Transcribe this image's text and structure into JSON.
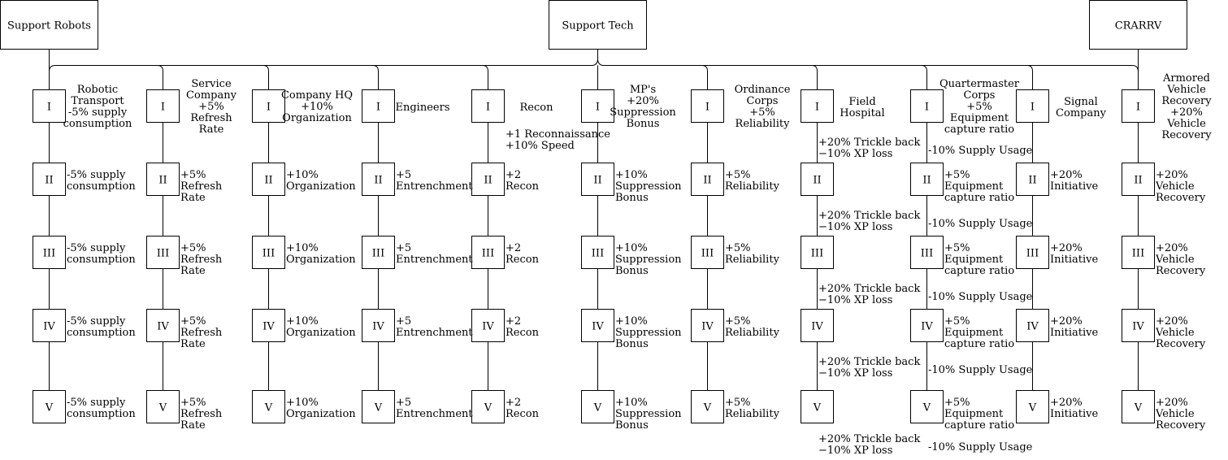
{
  "roots": {
    "support_robots": "Support Robots",
    "support_tech": "Support Tech",
    "crarrv": "CRARRV"
  },
  "levels": [
    "I",
    "II",
    "III",
    "IV",
    "V"
  ],
  "columns": [
    {
      "id": "robotic-transport",
      "title": [
        "Robotic",
        "Transport",
        "-5% supply",
        "consumption"
      ],
      "bonuses": [
        [
          "-5% supply",
          "consumption"
        ],
        [
          "-5% supply",
          "consumption"
        ],
        [
          "-5% supply",
          "consumption"
        ],
        [
          "-5% supply",
          "consumption"
        ]
      ]
    },
    {
      "id": "service-company",
      "title": [
        "Service",
        "Company",
        "+5%",
        "Refresh",
        "Rate"
      ],
      "bonuses": [
        [
          "+5%",
          "Refresh",
          "Rate"
        ],
        [
          "+5%",
          "Refresh",
          "Rate"
        ],
        [
          "+5%",
          "Refresh",
          "Rate"
        ],
        [
          "+5%",
          "Refresh",
          "Rate"
        ]
      ]
    },
    {
      "id": "company-hq",
      "title": [
        "Company HQ",
        "+10%",
        "Organization"
      ],
      "bonuses": [
        [
          "+10%",
          "Organization"
        ],
        [
          "+10%",
          "Organization"
        ],
        [
          "+10%",
          "Organization"
        ],
        [
          "+10%",
          "Organization"
        ]
      ]
    },
    {
      "id": "engineers",
      "title": [
        "Engineers"
      ],
      "bonuses": [
        [
          "+5",
          "Entrenchment"
        ],
        [
          "+5",
          "Entrenchment"
        ],
        [
          "+5",
          "Entrenchment"
        ],
        [
          "+5",
          "Entrenchment"
        ]
      ]
    },
    {
      "id": "recon",
      "title": [
        "Recon"
      ],
      "extra": [
        "+1 Reconnaissance",
        "+10% Speed"
      ],
      "bonuses": [
        [
          "+2",
          "Recon"
        ],
        [
          "+2",
          "Recon"
        ],
        [
          "+2",
          "Recon"
        ],
        [
          "+2",
          "Recon"
        ]
      ]
    },
    {
      "id": "mps",
      "title": [
        "MP's",
        "+20%",
        "Suppression",
        "Bonus"
      ],
      "bonuses": [
        [
          "+10%",
          "Suppression",
          "Bonus"
        ],
        [
          "+10%",
          "Suppression",
          "Bonus"
        ],
        [
          "+10%",
          "Suppression",
          "Bonus"
        ],
        [
          "+10%",
          "Suppression",
          "Bonus"
        ]
      ]
    },
    {
      "id": "ordinance-corps",
      "title": [
        "Ordinance",
        "Corps",
        "+5%",
        "Reliability"
      ],
      "bonuses": [
        [
          "+5%",
          "Reliability"
        ],
        [
          "+5%",
          "Reliability"
        ],
        [
          "+5%",
          "Reliability"
        ],
        [
          "+5%",
          "Reliability"
        ]
      ]
    },
    {
      "id": "field-hospital",
      "title": [
        "Field",
        "Hospital"
      ],
      "bonuses_below": [
        [
          "+20% Trickle back",
          "−10% XP loss"
        ],
        [
          "+20% Trickle back",
          "−10% XP loss"
        ],
        [
          "+20% Trickle back",
          "−10% XP loss"
        ],
        [
          "+20% Trickle back",
          "−10% XP loss"
        ],
        [
          "+20% Trickle back",
          "−10% XP loss"
        ]
      ]
    },
    {
      "id": "quartermaster-corps",
      "title": [
        "Quartermaster",
        "Corps",
        "+5%",
        "Equipment",
        "capture ratio"
      ],
      "bonuses": [
        [
          "+5%",
          "Equipment",
          "capture ratio"
        ],
        [
          "+5%",
          "Equipment",
          "capture ratio"
        ],
        [
          "+5%",
          "Equipment",
          "capture ratio"
        ],
        [
          "+5%",
          "Equipment",
          "capture ratio"
        ]
      ],
      "bonuses_below": [
        "-10% Supply Usage",
        "-10% Supply Usage",
        "-10% Supply Usage",
        "-10% Supply Usage",
        "-10% Supply Usage"
      ]
    },
    {
      "id": "signal-company",
      "title": [
        "Signal",
        "Company"
      ],
      "bonuses": [
        [
          "+20%",
          "Initiative"
        ],
        [
          "+20%",
          "Initiative"
        ],
        [
          "+20%",
          "Initiative"
        ],
        [
          "+20%",
          "Initiative"
        ]
      ]
    },
    {
      "id": "armored-vehicle-recovery",
      "title": [
        "Armored",
        "Vehicle",
        "Recovery",
        "+20%",
        "Vehicle",
        "Recovery"
      ],
      "bonuses": [
        [
          "+20%",
          "Vehicle",
          "Recovery"
        ],
        [
          "+20%",
          "Vehicle",
          "Recovery"
        ],
        [
          "+20%",
          "Vehicle",
          "Recovery"
        ],
        [
          "+20%",
          "Vehicle",
          "Recovery"
        ]
      ]
    }
  ]
}
